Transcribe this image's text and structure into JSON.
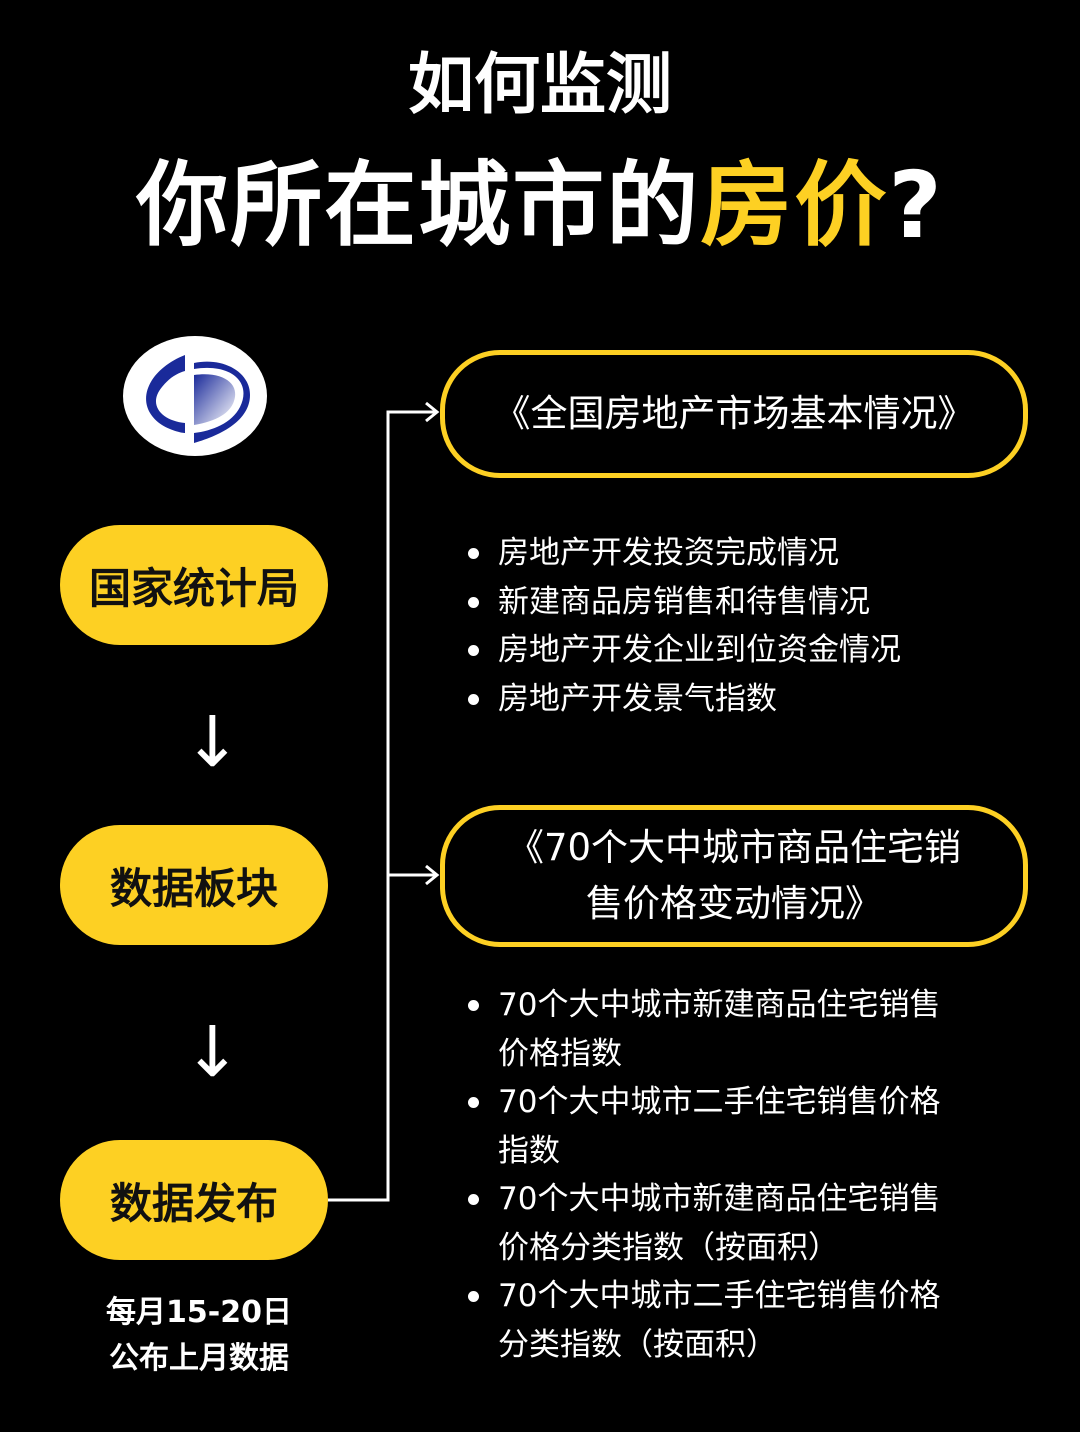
{
  "title": {
    "line1": "如何监测",
    "line2_prefix": "你所在城市的",
    "line2_highlight": "房价",
    "line2_suffix": "?"
  },
  "colors": {
    "accent": "#FDD023",
    "background": "#000000",
    "logo_blue": "#1a2a9a"
  },
  "logo": {
    "icon": "national-bureau-of-statistics-logo"
  },
  "flow": {
    "steps": [
      "国家统计局",
      "数据板块",
      "数据发布"
    ],
    "note_line1": "每月15-20日",
    "note_line2": "公布上月数据"
  },
  "reports": [
    {
      "title": "《全国房地产市场基本情况》",
      "items": [
        "房地产开发投资完成情况",
        "新建商品房销售和待售情况",
        "房地产开发企业到位资金情况",
        "房地产开发景气指数"
      ]
    },
    {
      "title_line1": "《70个大中城市商品住宅销",
      "title_line2": "售价格变动情况》",
      "items": [
        "70个大中城市新建商品住宅销售价格指数",
        "70个大中城市二手住宅销售价格指数",
        "70个大中城市新建商品住宅销售价格分类指数（按面积）",
        "70个大中城市二手住宅销售价格分类指数（按面积）"
      ]
    }
  ]
}
